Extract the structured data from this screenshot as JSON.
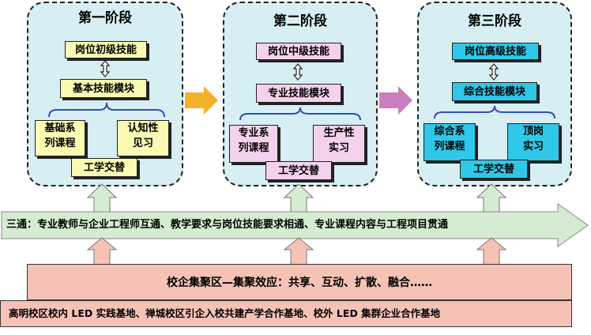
{
  "colors": {
    "stage_bg": "#d7eef3",
    "stage1_box": "#fafab2",
    "stage2_box": "#f5d2ec",
    "stage3_box": "#2fc8e8",
    "orange_arrow": "#f3b229",
    "purple_arrow": "#c77fbf",
    "green_arrow": "#d6ecd2",
    "base_salmon": "#f7c2b6"
  },
  "stages": [
    {
      "title": "第一阶段",
      "skill": "岗位初级技能",
      "module": "基本技能模块",
      "left_course": "基础系\n列课程",
      "right_course": "认知性\n见习",
      "integration": "工学交替"
    },
    {
      "title": "第二阶段",
      "skill": "岗位中级技能",
      "module": "专业技能模块",
      "left_course": "专业系\n列课程",
      "right_course": "生产性\n实习",
      "integration": "工学交替"
    },
    {
      "title": "第三阶段",
      "skill": "岗位高级技能",
      "module": "综合技能模块",
      "left_course": "综合系\n列课程",
      "right_course": "顶岗\n实习",
      "integration": "工学交替"
    }
  ],
  "three_links": "三通：专业教师与企业工程师互通、教学要求与岗位技能要求相通、专业课程内容与工程项目贯通",
  "base": {
    "top": "校企集聚区—集聚效应：共享、互动、扩散、融合……",
    "bottom": "高明校区校内 LED 实践基地、禅城校区引企入校共建产学合作基地、校外 LED 集群企业合作基地"
  },
  "icons": {
    "double_arrow": "up-down-double-arrow-icon",
    "brace": "curly-brace-icon",
    "stage_arrow": "right-arrow-icon",
    "up_arrow": "up-arrow-icon"
  }
}
